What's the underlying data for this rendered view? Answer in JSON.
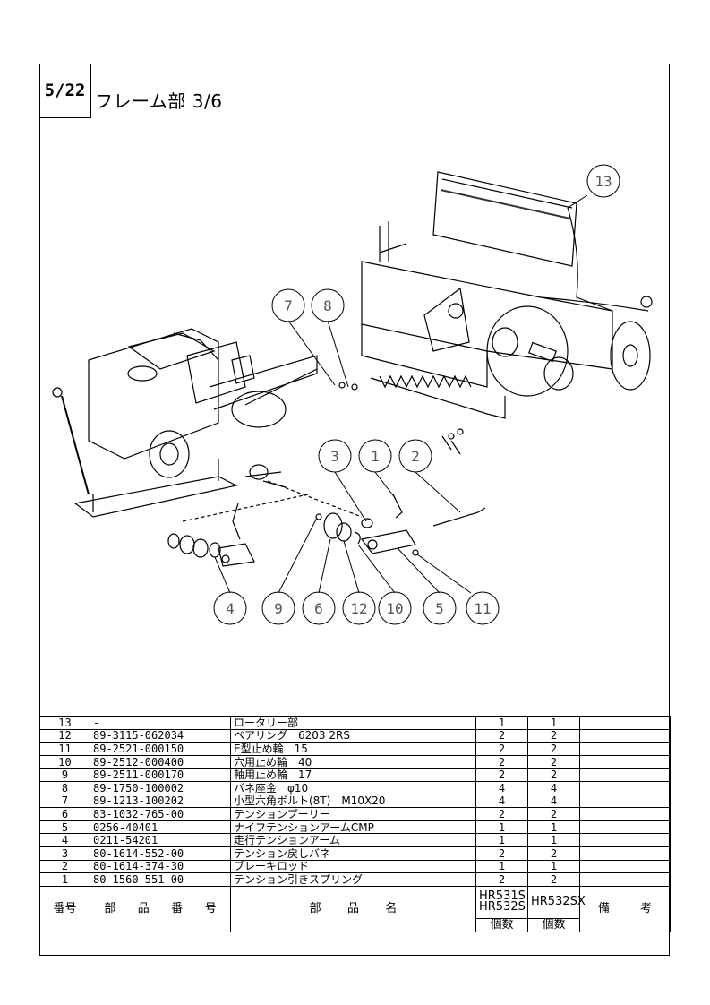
{
  "page": {
    "number": "5/22",
    "title": "フレーム部 3/6"
  },
  "callouts": [
    "13",
    "7",
    "8",
    "3",
    "1",
    "2",
    "4",
    "9",
    "6",
    "12",
    "10",
    "5",
    "11"
  ],
  "parts": [
    {
      "no": "13",
      "part_no": "-",
      "name": "ロータリー部",
      "qty_a": "1",
      "qty_b": "1",
      "note": ""
    },
    {
      "no": "12",
      "part_no": "89-3115-062034",
      "name": "ベアリング　6203 2RS",
      "qty_a": "2",
      "qty_b": "2",
      "note": ""
    },
    {
      "no": "11",
      "part_no": "89-2521-000150",
      "name": "E型止め輪　15",
      "qty_a": "2",
      "qty_b": "2",
      "note": ""
    },
    {
      "no": "10",
      "part_no": "89-2512-000400",
      "name": "穴用止め輪　40",
      "qty_a": "2",
      "qty_b": "2",
      "note": ""
    },
    {
      "no": "9",
      "part_no": "89-2511-000170",
      "name": "軸用止め輪　17",
      "qty_a": "2",
      "qty_b": "2",
      "note": ""
    },
    {
      "no": "8",
      "part_no": "89-1750-100002",
      "name": "バネ座金　φ10",
      "qty_a": "4",
      "qty_b": "4",
      "note": ""
    },
    {
      "no": "7",
      "part_no": "89-1213-100202",
      "name": "小型六角ボルト(8T)　M10X20",
      "qty_a": "4",
      "qty_b": "4",
      "note": ""
    },
    {
      "no": "6",
      "part_no": "83-1032-765-00",
      "name": "テンションプーリー",
      "qty_a": "2",
      "qty_b": "2",
      "note": ""
    },
    {
      "no": "5",
      "part_no": "0256-40401",
      "name": "ナイフテンションアームCMP",
      "qty_a": "1",
      "qty_b": "1",
      "note": ""
    },
    {
      "no": "4",
      "part_no": "0211-54201",
      "name": "走行テンションアーム",
      "qty_a": "1",
      "qty_b": "1",
      "note": ""
    },
    {
      "no": "3",
      "part_no": "80-1614-552-00",
      "name": "テンション戻しバネ",
      "qty_a": "2",
      "qty_b": "2",
      "note": ""
    },
    {
      "no": "2",
      "part_no": "80-1614-374-30",
      "name": "ブレーキロッド",
      "qty_a": "1",
      "qty_b": "1",
      "note": ""
    },
    {
      "no": "1",
      "part_no": "80-1560-551-00",
      "name": "テンション引きスプリング",
      "qty_a": "2",
      "qty_b": "2",
      "note": ""
    }
  ],
  "header": {
    "no": "番号",
    "part_no": [
      "部",
      "品",
      "番",
      "号"
    ],
    "name": [
      "部",
      "品",
      "名"
    ],
    "model_a_1": "HR531S",
    "model_a_2": "HR532S",
    "model_b": "HR532SX",
    "note": [
      "備",
      "考"
    ],
    "qty_a": "個数",
    "qty_b": "個数"
  }
}
